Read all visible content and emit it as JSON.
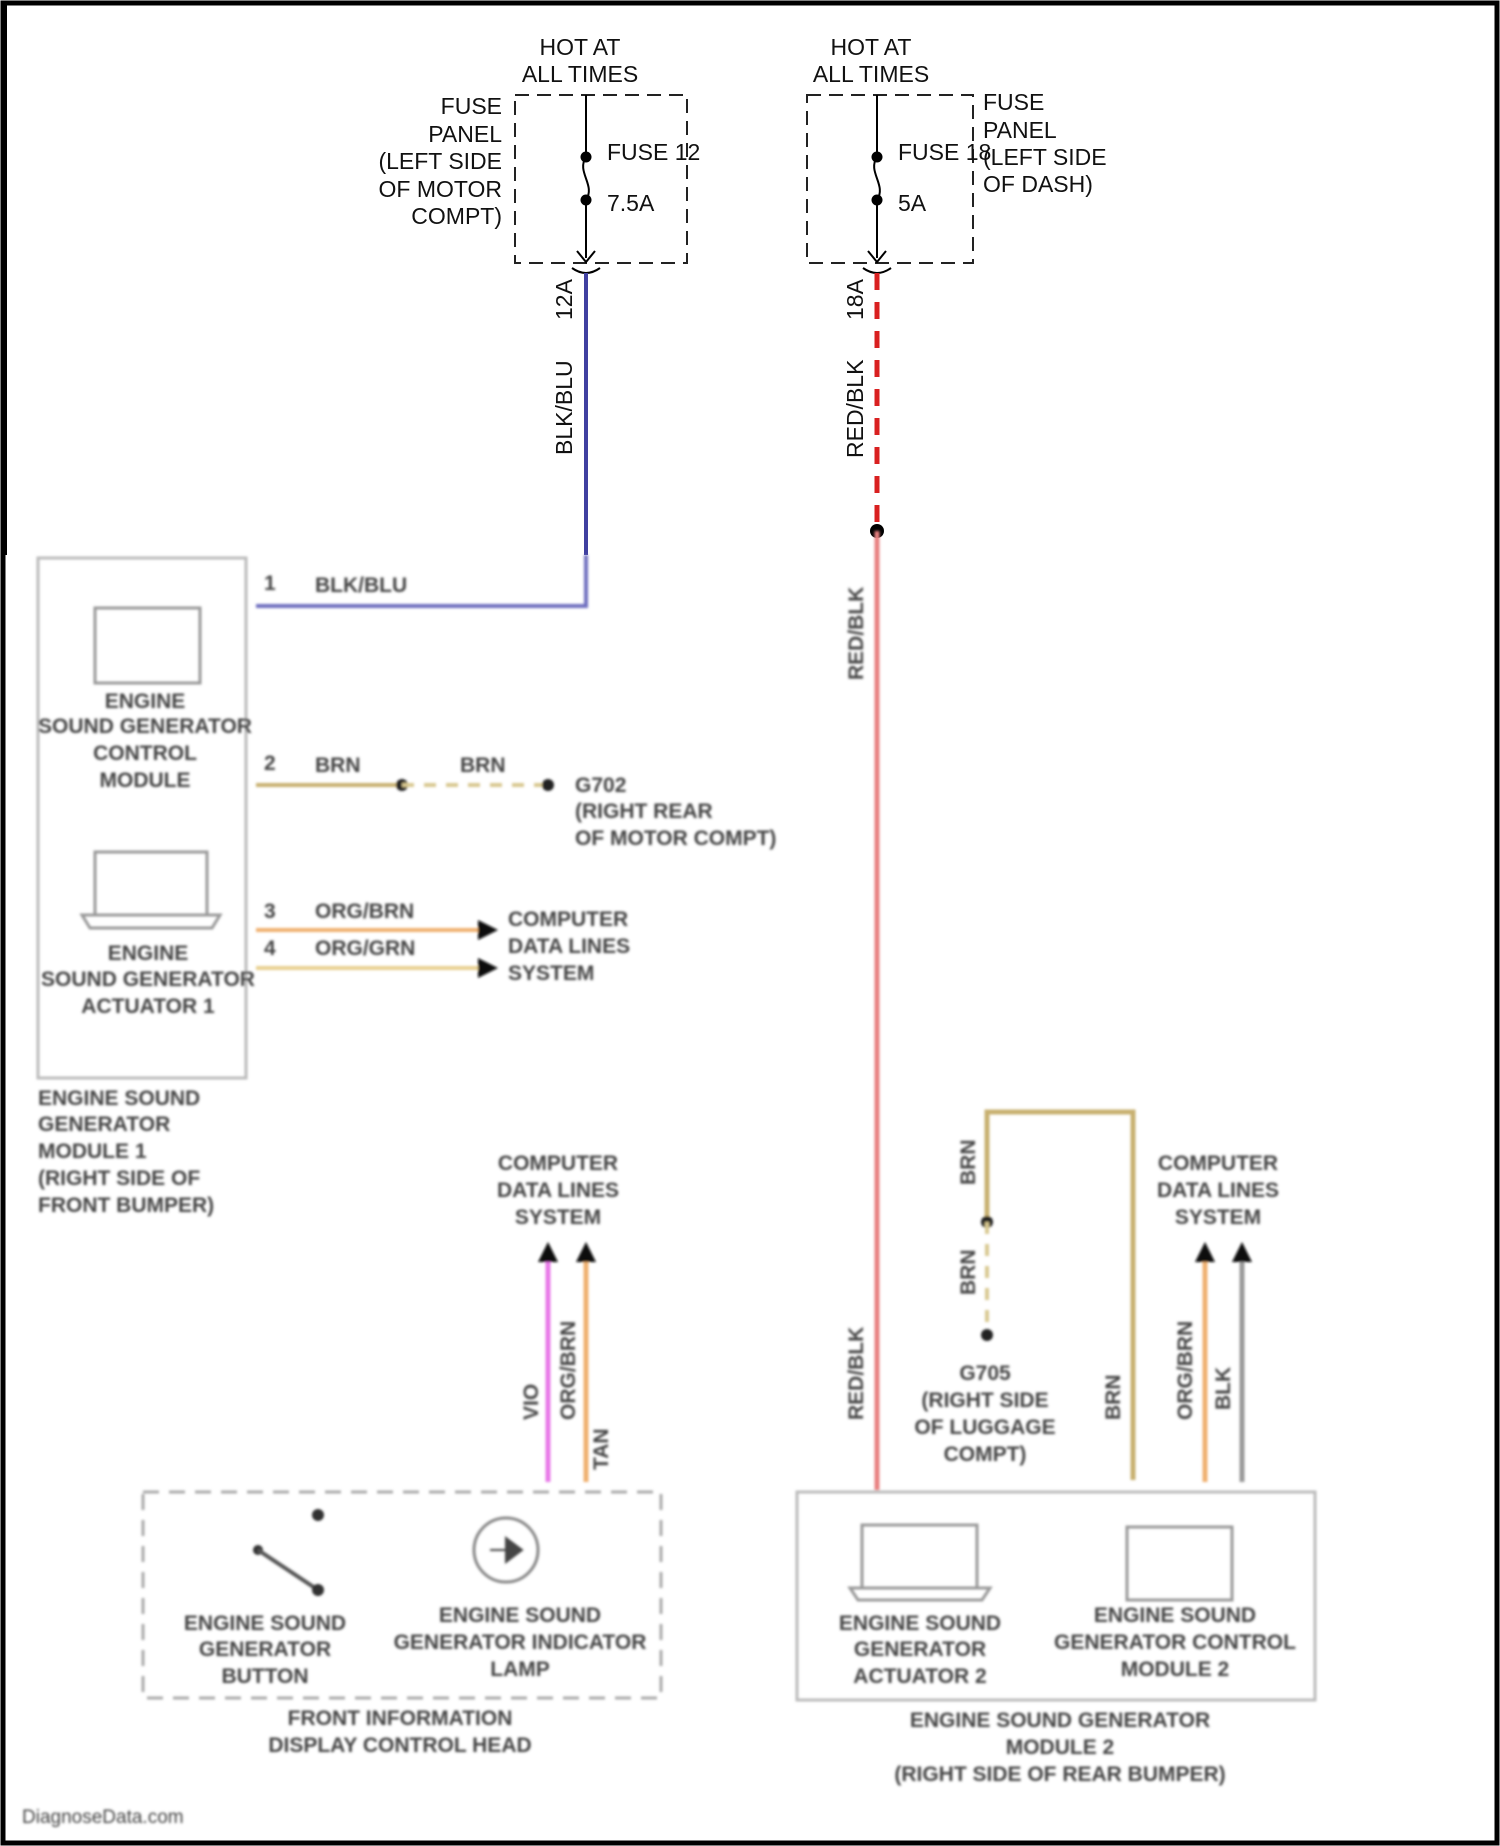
{
  "top": {
    "left_hot": [
      "HOT AT",
      "ALL TIMES"
    ],
    "right_hot": [
      "HOT AT",
      "ALL TIMES"
    ],
    "left_fuse_panel": [
      "FUSE",
      "PANEL",
      "(LEFT SIDE",
      "OF MOTOR",
      "COMPT)"
    ],
    "right_fuse_panel": [
      "FUSE",
      "PANEL",
      "(LEFT SIDE",
      "OF DASH)"
    ],
    "left_fuse_name": "FUSE 12",
    "left_fuse_rating": "7.5A",
    "right_fuse_name": "FUSE 18",
    "right_fuse_rating": "5A",
    "left_connector": "12A",
    "right_connector": "18A",
    "left_wire": "BLK/BLU",
    "right_wire": "RED/BLK"
  },
  "module1": {
    "pin1": "1",
    "pin1_wire": "BLK/BLU",
    "control_module": [
      "ENGINE",
      "SOUND GENERATOR",
      "CONTROL",
      "MODULE"
    ],
    "pin2": "2",
    "pin2_wire": "BRN",
    "ground_wire": "BRN",
    "ground": [
      "G702",
      "(RIGHT REAR",
      "OF MOTOR COMPT)"
    ],
    "pin3": "3",
    "pin3_wire": "ORG/BRN",
    "pin4": "4",
    "pin4_wire": "ORG/GRN",
    "data_lines": [
      "COMPUTER",
      "DATA LINES",
      "SYSTEM"
    ],
    "actuator": [
      "ENGINE",
      "SOUND GENERATOR",
      "ACTUATOR 1"
    ],
    "module_label": [
      "ENGINE SOUND",
      "GENERATOR",
      "MODULE 1",
      "(RIGHT SIDE OF",
      "FRONT BUMPER)"
    ]
  },
  "middle": {
    "vertical_wire_label": "RED/BLK",
    "data_lines": [
      "COMPUTER",
      "DATA LINES",
      "SYSTEM"
    ],
    "wire_vio": "VIO",
    "wire_orgbrn": "ORG/BRN",
    "wire_tan": "TAN"
  },
  "front_head": {
    "button": [
      "ENGINE SOUND",
      "GENERATOR",
      "BUTTON"
    ],
    "lamp": [
      "ENGINE SOUND",
      "GENERATOR INDICATOR",
      "LAMP"
    ],
    "label": [
      "FRONT INFORMATION",
      "DISPLAY CONTROL HEAD"
    ]
  },
  "module2": {
    "brn_top": "BRN",
    "brn_mid": "BRN",
    "brn_low": "BRN",
    "ground": [
      "G705",
      "(RIGHT SIDE",
      "OF LUGGAGE",
      "COMPT)"
    ],
    "data_lines": [
      "COMPUTER",
      "DATA LINES",
      "SYSTEM"
    ],
    "wire_redblk": "RED/BLK",
    "wire_orgbrn": "ORG/BRN",
    "wire_blk": "BLK",
    "actuator": [
      "ENGINE SOUND",
      "GENERATOR",
      "ACTUATOR 2"
    ],
    "control_module": [
      "ENGINE SOUND",
      "GENERATOR CONTROL",
      "MODULE 2"
    ],
    "label": [
      "ENGINE SOUND GENERATOR",
      "MODULE 2",
      "(RIGHT SIDE OF REAR BUMPER)"
    ]
  },
  "footer": {
    "watermark": "DiagnoseData.com"
  },
  "colors": {
    "blk_blu": "#5a5aa8",
    "red_blk": "#d92020",
    "red_blk_blurred": "#e88080",
    "brn": "#c8b070",
    "org": "#f0b070",
    "vio": "#e878e8",
    "blk": "#999999"
  }
}
